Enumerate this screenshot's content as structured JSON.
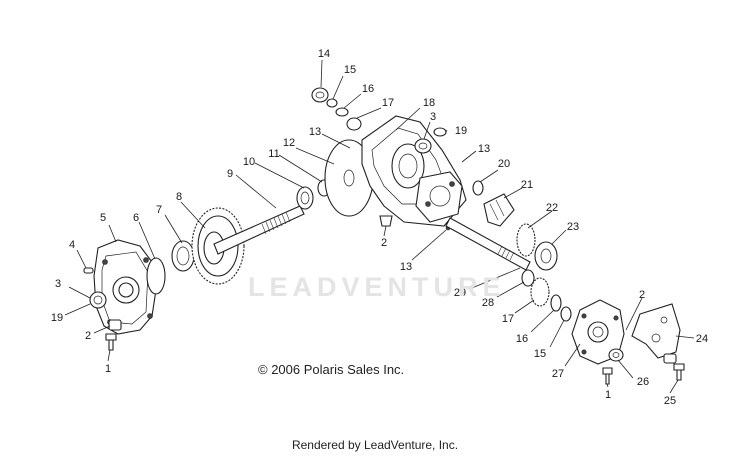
{
  "copyright": "© 2006 Polaris Sales Inc.",
  "watermark": "LEADVENTURE",
  "footer": "Rendered by LeadVenture, Inc.",
  "callouts": [
    {
      "id": "c14a",
      "text": "14"
    },
    {
      "id": "c15a",
      "text": "15"
    },
    {
      "id": "c16a",
      "text": "16"
    },
    {
      "id": "c17a",
      "text": "17"
    },
    {
      "id": "c18",
      "text": "18"
    },
    {
      "id": "c3a",
      "text": "3"
    },
    {
      "id": "c19a",
      "text": "19"
    },
    {
      "id": "c13a",
      "text": "13"
    },
    {
      "id": "c12",
      "text": "12"
    },
    {
      "id": "c13b",
      "text": "13"
    },
    {
      "id": "c11",
      "text": "11"
    },
    {
      "id": "c10",
      "text": "10"
    },
    {
      "id": "c9",
      "text": "9"
    },
    {
      "id": "c20",
      "text": "20"
    },
    {
      "id": "c21",
      "text": "21"
    },
    {
      "id": "c22",
      "text": "22"
    },
    {
      "id": "c23",
      "text": "23"
    },
    {
      "id": "c2a",
      "text": "2"
    },
    {
      "id": "c13c",
      "text": "13"
    },
    {
      "id": "c8",
      "text": "8"
    },
    {
      "id": "c7",
      "text": "7"
    },
    {
      "id": "c6",
      "text": "6"
    },
    {
      "id": "c5",
      "text": "5"
    },
    {
      "id": "c4",
      "text": "4"
    },
    {
      "id": "c3b",
      "text": "3"
    },
    {
      "id": "c19b",
      "text": "19"
    },
    {
      "id": "c2b",
      "text": "2"
    },
    {
      "id": "c1a",
      "text": "1"
    },
    {
      "id": "c29",
      "text": "29"
    },
    {
      "id": "c28",
      "text": "28"
    },
    {
      "id": "c17b",
      "text": "17"
    },
    {
      "id": "c16b",
      "text": "16"
    },
    {
      "id": "c15b",
      "text": "15"
    },
    {
      "id": "c27",
      "text": "27"
    },
    {
      "id": "c2c",
      "text": "2"
    },
    {
      "id": "c24",
      "text": "24"
    },
    {
      "id": "c26",
      "text": "26"
    },
    {
      "id": "c1b",
      "text": "1"
    },
    {
      "id": "c25",
      "text": "25"
    }
  ]
}
